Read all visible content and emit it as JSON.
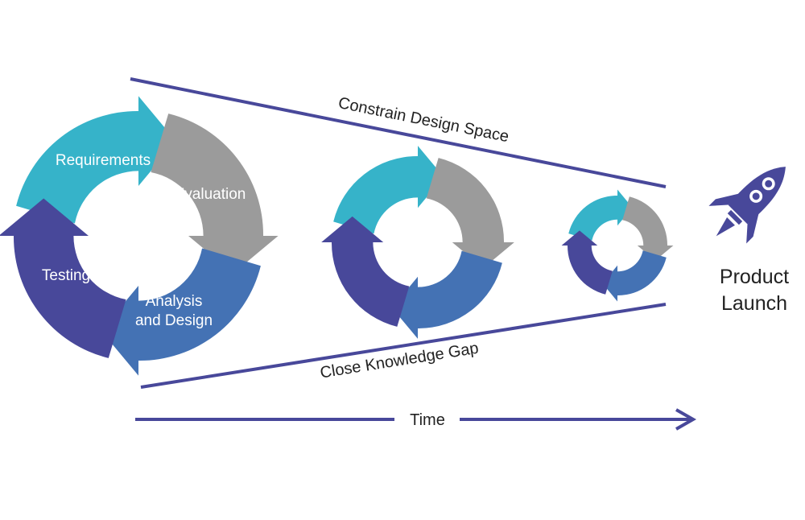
{
  "cycle_labels": {
    "requirements": "Requirements",
    "evaluation": "Evaluation",
    "testing": "Testing",
    "analysis_line1": "Analysis",
    "analysis_line2": "and Design"
  },
  "funnel": {
    "top_label": "Constrain Design Space",
    "bottom_label": "Close Knowledge Gap"
  },
  "timeline": {
    "label": "Time"
  },
  "launch": {
    "line1": "Product",
    "line2": "Launch"
  },
  "icons": {
    "launch_icon": "rocket-icon"
  },
  "colors": {
    "requirements": "#36b3c9",
    "evaluation": "#9b9b9b",
    "analysis": "#4472b4",
    "testing": "#48489a",
    "line": "#48489a",
    "text_dark": "#222222"
  }
}
